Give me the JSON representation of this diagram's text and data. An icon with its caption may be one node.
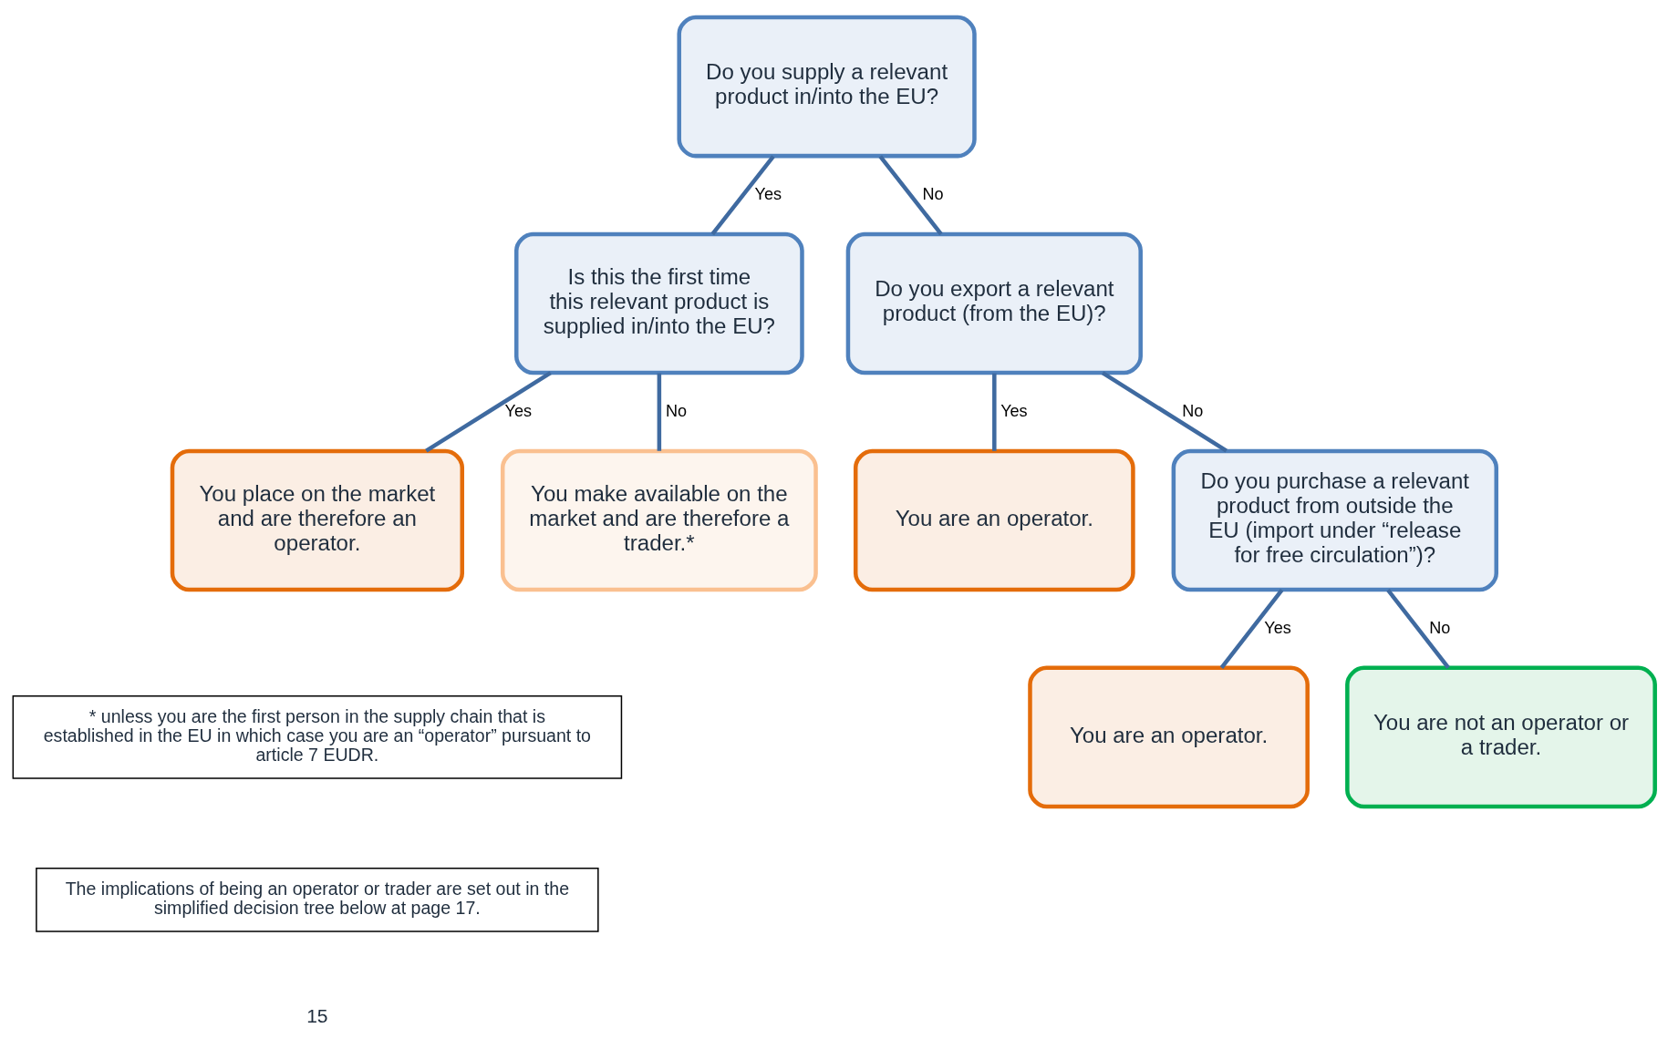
{
  "diagram": {
    "nodes": [
      {
        "text": [
          "Do you supply a relevant product in/into the EU?"
        ]
      },
      {
        "text": [
          "Is this the first time this relevant product is supplied in/into the EU?"
        ]
      },
      {
        "text": [
          "Do you export a relevant product (from the EU)?"
        ]
      },
      {
        "text": [
          "You place on the market and are therefore an operator."
        ]
      },
      {
        "text": [
          "You make available on the market and are therefore a trader.*"
        ]
      },
      {
        "text": [
          "You are an operator."
        ]
      },
      {
        "text": [
          "Do you purchase a relevant product from outside the EU (import under “release for free circulation”)?"
        ]
      },
      {
        "text": [
          "You are an operator."
        ]
      },
      {
        "text": [
          "You are not an operator or a trader."
        ]
      },
      {
        "text": [
          "* unless you are the first person in the supply chain that is established in the EU in which case you are an “operator” pursuant to article 7 EUDR."
        ]
      },
      {
        "text": [
          "The implications of being an operator or trader are set out in the simplified decision tree below at page 17."
        ]
      }
    ],
    "edges": [
      {
        "from": 0,
        "to": 1,
        "arrow": "none",
        "label": "Yes"
      },
      {
        "from": 0,
        "to": 2,
        "arrow": "none",
        "label": "No"
      },
      {
        "from": 1,
        "to": 3,
        "arrow": "none",
        "label": "Yes"
      },
      {
        "from": 1,
        "to": 4,
        "arrow": "none",
        "label": "No"
      },
      {
        "from": 2,
        "to": 5,
        "arrow": "none",
        "label": "Yes"
      },
      {
        "from": 2,
        "to": 6,
        "arrow": "none",
        "label": "No"
      },
      {
        "from": 6,
        "to": 7,
        "arrow": "none",
        "label": "Yes"
      },
      {
        "from": 6,
        "to": 8,
        "arrow": "none",
        "label": "No"
      }
    ],
    "labels": [
      "15"
    ]
  }
}
